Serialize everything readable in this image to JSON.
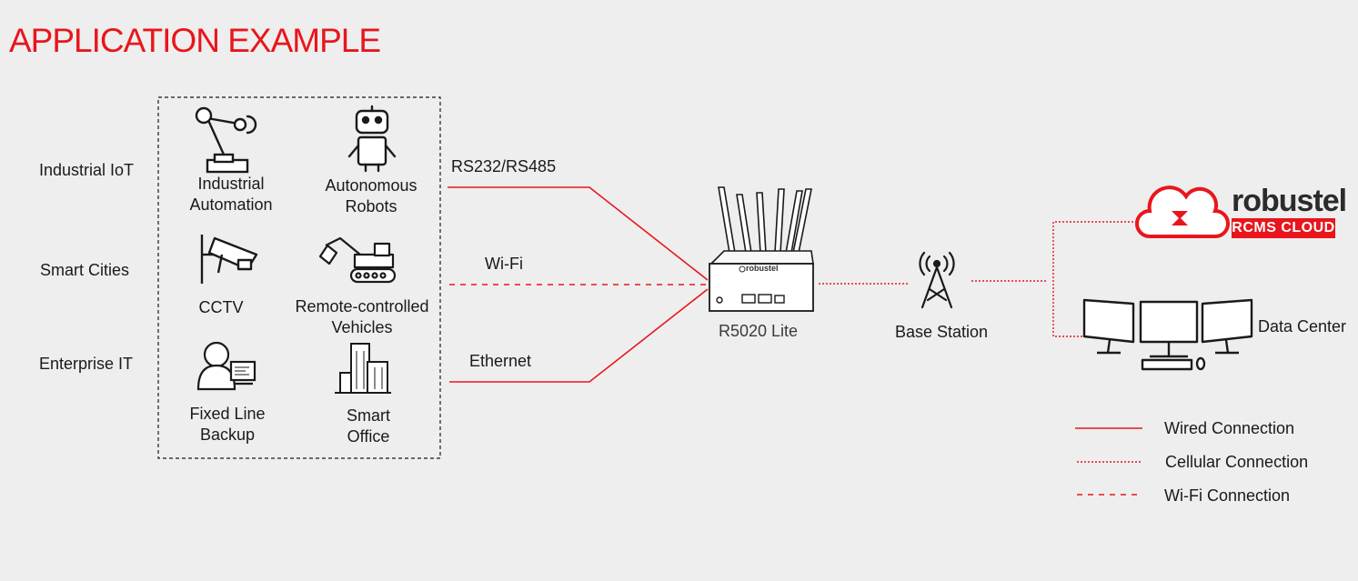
{
  "title": "APPLICATION EXAMPLE",
  "categories": {
    "industrial_iot": "Industrial IoT",
    "smart_cities": "Smart Cities",
    "enterprise_it": "Enterprise IT"
  },
  "applications": {
    "industrial_automation": {
      "line1": "Industrial",
      "line2": "Automation",
      "icon": "robot-arm-icon"
    },
    "autonomous_robots": {
      "line1": "Autonomous",
      "line2": "Robots",
      "icon": "robot-icon"
    },
    "cctv": {
      "line1": "CCTV",
      "icon": "cctv-camera-icon"
    },
    "remote_vehicles": {
      "line1": "Remote-controlled",
      "line2": "Vehicles",
      "icon": "excavator-icon"
    },
    "fixed_line_backup": {
      "line1": "Fixed Line",
      "line2": "Backup",
      "icon": "user-computer-icon"
    },
    "smart_office": {
      "line1": "Smart",
      "line2": "Office",
      "icon": "office-building-icon"
    }
  },
  "links": {
    "serial": "RS232/RS485",
    "wifi": "Wi-Fi",
    "ethernet": "Ethernet"
  },
  "devices": {
    "router": "R5020 Lite",
    "router_brand": "robustel",
    "base_station": "Base Station",
    "data_center": "Data Center"
  },
  "cloud": {
    "brand": "robustel",
    "tag": "RCMS CLOUD"
  },
  "legend": {
    "wired": "Wired Connection",
    "cellular": "Cellular Connection",
    "wifi": "Wi-Fi Connection"
  },
  "colors": {
    "accent": "#e8161c",
    "icon_stroke": "#1a1a1a",
    "background": "#eeeeee"
  }
}
